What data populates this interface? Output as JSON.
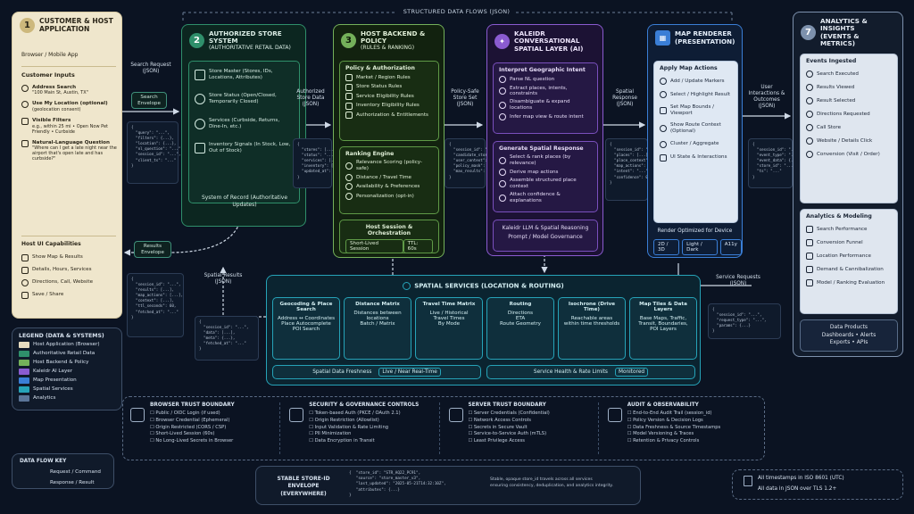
{
  "top_title": "STRUCTURED DATA FLOWS (JSON)",
  "p1": {
    "num": "1",
    "title": "CUSTOMER & HOST APPLICATION",
    "subtitle": "Browser / Mobile App",
    "inputs_h": "Customer Inputs",
    "inputs": [
      {
        "t": "Address Search",
        "d": "\"100 Main St, Austin, TX\""
      },
      {
        "t": "Use My Location (optional)",
        "d": "(geolocation consent)"
      },
      {
        "t": "Visible Filters",
        "d": "e.g., within 25 mi • Open Now Pet Friendly • Curbside"
      },
      {
        "t": "Natural-Language Question",
        "d": "\"Where can I get a late night near the airport that's open late and has curbside?\""
      }
    ],
    "caps_h": "Host UI Capabilities",
    "caps": [
      "Show Map & Results",
      "Details, Hours, Services",
      "Directions, Call, Website",
      "Save / Share"
    ]
  },
  "p2": {
    "num": "2",
    "title": "AUTHORIZED STORE SYSTEM",
    "title2": "(AUTHORITATIVE RETAIL DATA)",
    "items": [
      "Store Master (Stores, IDs, Locations, Attributes)",
      "Store Status (Open/Closed, Temporarily Closed)",
      "Services (Curbside, Returns, Dine-In, etc.)",
      "Inventory Signals (In Stock, Low, Out of Stock)"
    ],
    "record": "System of Record (Authoritative Updates)"
  },
  "p3": {
    "num": "3",
    "title": "HOST BACKEND & POLICY",
    "title2": "(RULES & RANKING)",
    "policy_h": "Policy & Authorization",
    "policy": [
      "Market / Region Rules",
      "Store Status Rules",
      "Service Eligibility Rules",
      "Inventory Eligibility Rules",
      "Authorization & Entitlements"
    ],
    "rank_h": "Ranking Engine",
    "rank": [
      "Relevance Scoring (policy-safe)",
      "Distance / Travel Time",
      "Availability & Preferences",
      "Personalization (opt-in)"
    ],
    "session_h": "Host Session & Orchestration",
    "session_a": "Short-Lived Session",
    "session_b": "TTL: 60s"
  },
  "p4": {
    "title": "KALEIDR CONVERSATIONAL",
    "title2": "SPATIAL LAYER (AI)",
    "intent_h": "Interpret Geographic Intent",
    "intent": [
      "Parse NL question",
      "Extract places, intents, constraints",
      "Disambiguate & expand locations",
      "Infer map view & route intent"
    ],
    "gen_h": "Generate Spatial Response",
    "gen": [
      "Select & rank places (by relevance)",
      "Derive map actions",
      "Assemble structured place context",
      "Attach confidence & explanations"
    ],
    "llm": "Kaleidr LLM & Spatial Reasoning",
    "gov": "Prompt / Model Governance"
  },
  "p5": {
    "title": "MAP RENDERER",
    "title2": "(PRESENTATION)",
    "actions_h": "Apply Map Actions",
    "actions": [
      "Add / Update Markers",
      "Select / Highlight Result",
      "Set Map Bounds / Viewport",
      "Show Route Context (Optional)",
      "Cluster / Aggregate",
      "UI State & Interactions"
    ],
    "opt": "Render Optimized for Device",
    "opts": [
      "2D / 3D",
      "Light / Dark",
      "A11y"
    ]
  },
  "p7": {
    "num": "7",
    "title": "ANALYTICS & INSIGHTS",
    "title2": "(EVENTS & METRICS)",
    "events_h": "Events Ingested",
    "events": [
      "Search Executed",
      "Results Viewed",
      "Result Selected",
      "Directions Requested",
      "Call Store",
      "Website / Details Click",
      "Conversion (Visit / Order)"
    ],
    "model_h": "Analytics & Modeling",
    "models": [
      "Search Performance",
      "Conversion Funnel",
      "Location Performance",
      "Demand & Cannibalization",
      "Model / Ranking Evaluation"
    ],
    "products": "Data Products",
    "products2": "Dashboards • Alerts",
    "products3": "Exports • APIs"
  },
  "spatial": {
    "title": "SPATIAL SERVICES (LOCATION & ROUTING)",
    "cells": [
      {
        "t": "Geocoding & Place Search",
        "d": [
          "Address ↔ Coordinates",
          "Place Autocomplete",
          "POI Search"
        ]
      },
      {
        "t": "Distance Matrix",
        "d": [
          "Distances between locations",
          "Batch / Matrix"
        ]
      },
      {
        "t": "Travel Time Matrix",
        "d": [
          "Live / Historical",
          "Travel Times",
          "By Mode"
        ]
      },
      {
        "t": "Routing",
        "d": [
          "Directions",
          "ETA",
          "Route Geometry"
        ]
      },
      {
        "t": "Isochrone (Drive Time)",
        "d": [
          "Reachable areas",
          "within time thresholds"
        ]
      },
      {
        "t": "Map Tiles & Data Layers",
        "d": [
          "Base Maps, Traffic,",
          "Transit, Boundaries,",
          "POI Layers"
        ]
      }
    ],
    "fresh": "Spatial Data Freshness",
    "fresh_v": "Live / Near Real-Time",
    "health": "Service Health & Rate Limits",
    "health_v": "Monitored"
  },
  "flow": {
    "search": "Search Request (JSON)",
    "envelope": "Search Envelope",
    "store": "Authorized Store Data (JSON)",
    "policy": "Policy-Safe Store Set (JSON)",
    "sresp": "Spatial Response (JSON)",
    "interactions": "User Interactions & Outcomes (JSON)",
    "results": "Results Envelope",
    "smaps": "Spatial Results (JSON)",
    "sreq": "Service Requests (JSON)"
  },
  "json": {
    "a": "{\n  \"query\": \"...\",\n  \"filters\": {...},\n  \"location\": {...},\n  \"nl_question\": \"...\",\n  \"session_id\": \"...\",\n  \"client_ts\": \"...\"\n}",
    "b": "{\n  \"stores\": [...],\n  \"status\": \"...\",\n  \"services\": [...],\n  \"inventory\": [...],\n  \"updated_at\": \"...\"\n}",
    "c": "{\n  \"session_id\": \"...\",\n  \"candidate_stores\": [...],\n  \"user_context\": {...},\n  \"policy_mask\": \"...\",\n  \"max_results\": 20\n}",
    "d": "{\n  \"session_id\": \"...\",\n  \"places\": [...],\n  \"place_context\": [...],\n  \"map_actions\": [...],\n  \"intent\": \"...\",\n  \"confidence\": 0.92\n}",
    "e": "{\n  \"session_id\": \"...\",\n  \"event_type\": \"...\",\n  \"event_data\": {...},\n  \"store_id\": \"...\",\n  \"ts\": \"...\"\n}",
    "f": "{\n  \"session_id\": \"...\",\n  \"results\": [...],\n  \"map_actions\": [...],\n  \"context\": [...],\n  \"ttl_seconds\": 60,\n  \"fetched_at\": \"...\"\n}",
    "g": "{\n  \"session_id\": \"...\",\n  \"data\": [...],\n  \"meta\": {...},\n  \"fetched_at\": \"...\"\n}",
    "h": "{\n  \"session_id\": \"...\",\n  \"request_type\": \"...\",\n  \"params\": {...}\n}"
  },
  "legend": {
    "title": "LEGEND (DATA & SYSTEMS)",
    "items": [
      {
        "t": "Host Application (Browser)",
        "c": "#e7dcc0"
      },
      {
        "t": "Authoritative Retail Data",
        "c": "#2f8f6b"
      },
      {
        "t": "Host Backend & Policy",
        "c": "#74b05a"
      },
      {
        "t": "Kaleidr AI Layer",
        "c": "#8a5bd0"
      },
      {
        "t": "Map Presentation",
        "c": "#3a7ed6"
      },
      {
        "t": "Spatial Services",
        "c": "#26a3b8"
      },
      {
        "t": "Analytics",
        "c": "#5b7598"
      }
    ]
  },
  "trust": [
    {
      "t": "BROWSER TRUST BOUNDARY",
      "i": [
        "Public / OIDC Login (if used)",
        "Browser Credential (Ephemeral)",
        "Origin Restricted (CORS / CSP)",
        "Short-Lived Session (60s)",
        "No Long-Lived Secrets in Browser"
      ]
    },
    {
      "t": "SECURITY & GOVERNANCE CONTROLS",
      "i": [
        "Token-based Auth (PKCE / OAuth 2.1)",
        "Origin Restriction (Allowlist)",
        "Input Validation & Rate Limiting",
        "PII Minimization",
        "Data Encryption in Transit"
      ]
    },
    {
      "t": "SERVER TRUST BOUNDARY",
      "i": [
        "Server Credentials (Confidential)",
        "Network Access Controls",
        "Secrets in Secure Vault",
        "Service-to-Service Auth (mTLS)",
        "Least Privilege Access"
      ]
    },
    {
      "t": "AUDIT & OBSERVABILITY",
      "i": [
        "End-to-End Audit Trail (session_id)",
        "Policy Version & Decision Logs",
        "Data Freshness & Source Timestamps",
        "Model Versioning & Traces",
        "Retention & Privacy Controls"
      ]
    }
  ],
  "key": {
    "title": "DATA FLOW KEY",
    "a": "Request / Command",
    "b": "Response / Result"
  },
  "stable": {
    "title": "STABLE STORE-ID ENVELOPE",
    "title2": "(EVERYWHERE)",
    "json": "{  \"store_id\": \"STR_AQ22_PC91\",\n   \"source\": \"store_master_v3\",\n   \"last_updated\": \"2025-05-21T14:32:10Z\",\n   \"attributes\": {...}\n}",
    "desc": "Stable, opaque store_id travels across all services",
    "desc2": "ensuring consistency, deduplication, and analytics integrity."
  },
  "note": {
    "a": "All timestamps in ISO 8601 (UTC)",
    "b": "All data in JSON over TLS 1.2+"
  }
}
